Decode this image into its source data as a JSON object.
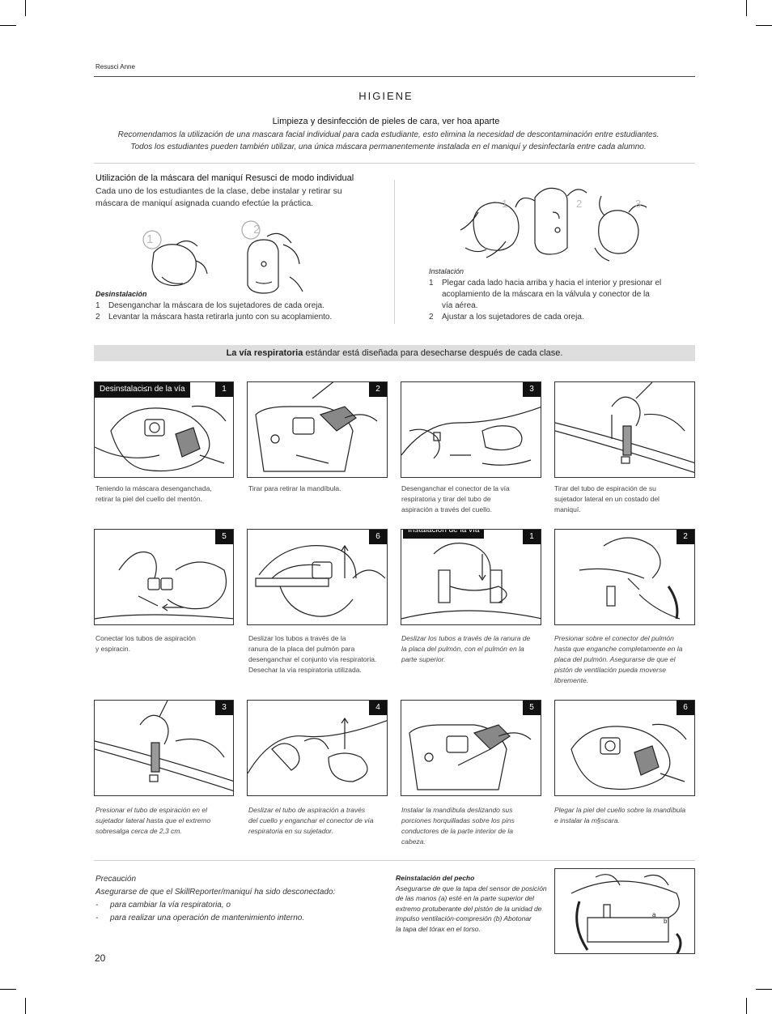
{
  "header": {
    "running_title": "Resusci Anne"
  },
  "title": "HIGIENE",
  "cleaning": {
    "heading": "Limpieza y desinfección de pieles de cara, ver hoa aparte",
    "italic_line_1": "Recomendamos la utilización de una mascara facial individual para cada estudiante, esto elimina la necesidad de descontaminación entre estudiantes.",
    "italic_line_2": "Todos los estudiantes pueden también utilizar, una única máscara permanentemente instalada en el maniquí y desinfectarla entre cada alumno."
  },
  "individual_mask": {
    "heading": "Utilización de la máscara del maniquí Resusci de modo individual",
    "body_1": "Cada uno de los estudiantes de la clase,  debe instalar y retirar su",
    "body_2": "máscara de maniquí asignada cuando efectúe la práctica.",
    "fig_labels": [
      "1",
      "2"
    ],
    "removal": {
      "title": "Desinstalación",
      "steps": [
        {
          "n": "1",
          "text": "Desenganchar la máscara de los sujetadores de cada oreja."
        },
        {
          "n": "2",
          "text": "Levantar la máscara hasta retirarla junto con su acoplamiento."
        }
      ]
    }
  },
  "installation": {
    "fig_labels": [
      "1",
      "2",
      "3"
    ],
    "title": "Instalación",
    "steps": [
      {
        "n": "1",
        "lines": [
          "Plegar cada lado hacia arriba y  hacia el interior y presionar el",
          "acoplamiento de la máscara en la válvula  y conector de la",
          "vía aérea."
        ]
      },
      {
        "n": "2",
        "lines": [
          "Ajustar a los sujetadores de cada oreja."
        ]
      }
    ]
  },
  "airway_band": {
    "bold": "La vía respiratoria",
    "rest": " estándar está diseñada para desecharse después de cada clase."
  },
  "panels": [
    {
      "tag": "Desinstalaci≤n de la vía",
      "badge": "1",
      "caption": [
        "Teniendo la máscara desenganchada,",
        "retirar la piel del cuello del mentón."
      ],
      "italic": false
    },
    {
      "badge": "2",
      "caption": [
        "Tirar para retirar la mandíbula."
      ],
      "italic": false
    },
    {
      "badge": "3",
      "caption": [
        "Desenganchar el conector de la vía",
        "respiratoria y tirar del tubo de",
        "aspiración a través del cuello."
      ],
      "italic": false
    },
    {
      "badge": "",
      "caption": [
        "Tirar del tubo de espiración de su",
        "sujetador lateral en un costado del",
        "maniquí."
      ],
      "italic": false
    },
    {
      "badge": "5",
      "caption": [
        "Conectar los tubos de aspiración",
        "y espiracin."
      ],
      "italic": false
    },
    {
      "badge": "6",
      "caption": [
        "Deslizar los tubos a través de la",
        "ranura de la placa del pulmón para",
        "desenganchar el conjunto vía respiratoria.",
        "Desechar la vía respiratoria utilizada."
      ],
      "italic": false
    },
    {
      "tag": "Instalación de la vía",
      "badge": "1",
      "caption": [
        "Deslizar los tubos a través de la ranura de",
        "la placa del pulmón, con el pulmón en la",
        "parte superior."
      ],
      "italic": true
    },
    {
      "badge": "2",
      "caption": [
        "Presionar sobre el conector del pulmón",
        "hasta que enganche completamente en la",
        "placa del pulmón. Asegurarse de que el",
        "pistón de ventilación pueda moverse",
        "libremente."
      ],
      "italic": true
    },
    {
      "badge": "3",
      "caption": [
        "Presionar el tubo de espiración en el",
        "sujetador lateral hasta que el extremo",
        "sobresalga  cerca de 2,3 cm."
      ],
      "italic": true
    },
    {
      "badge": "4",
      "caption": [
        "Deslizar el tubo de aspiración a través",
        "del cuello y enganchar el conector de vía",
        "respiratoria en su sujetador."
      ],
      "italic": true
    },
    {
      "badge": "5",
      "caption": [
        "Instalar la mandíbula deslizando sus",
        "porciones horquilladas sobre los pins",
        "conductores de la parte interior de la",
        "cabeza."
      ],
      "italic": true
    },
    {
      "badge": "6",
      "caption": [
        "Plegar la piel del cuello sobre la mandíbula",
        "e instalar la m§scara."
      ],
      "italic": true
    }
  ],
  "caution": {
    "title": "Precaución",
    "line_1": "Asegurarse de que el SkillReporter/maniquí ha sido desconectado:",
    "items": [
      "para cambiar la vía respiratoria, o",
      "para realizar una operación de mantenimiento interno."
    ],
    "bullet": "-"
  },
  "chest": {
    "title": "Reinstalación del pecho",
    "lines": [
      "Asegurarse de que la tapa del sensor de posición",
      "de las manos (a) esté en la parte superior del",
      "extremo protuberante del pistón de la unidad de",
      "impulso ventilación-compresión (b) Abotonar",
      "la tapa del tórax en el torso."
    ],
    "fig_labels": [
      "a",
      "b"
    ]
  },
  "page_number": "20"
}
